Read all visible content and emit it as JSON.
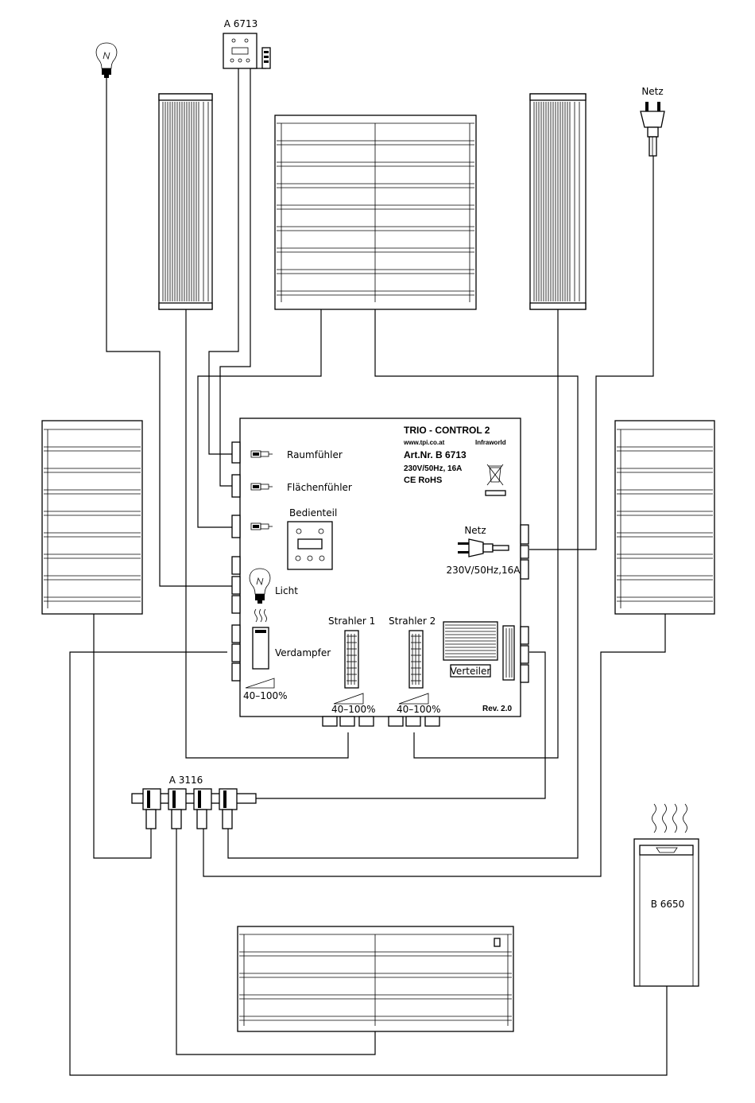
{
  "labels": {
    "remote_module": "A 6713",
    "mains": "Netz",
    "controller_title": "TRIO - CONTROL 2",
    "controller_url": "www.tpi.co.at",
    "controller_brand": "Infraworld",
    "controller_artnr": "Art.Nr. B 6713",
    "controller_rating": "230V/50Hz, 16A",
    "controller_ce": "CE  RoHS",
    "room_sensor": "Raumfühler",
    "surface_sensor": "Flächenfühler",
    "control_panel": "Bedienteil",
    "light": "Licht",
    "mains_inner": "Netz",
    "mains_rating": "230V/50Hz,16A",
    "vaporizer": "Verdampfer",
    "vaporizer_range": "40–100%",
    "heater1": "Strahler  1",
    "heater1_range": "40–100%",
    "heater2": "Strahler  2",
    "heater2_range": "40–100%",
    "distributor": "Verteiler",
    "revision": "Rev. 2.0",
    "splitter": "A 3116",
    "evaporator_unit": "B 6650"
  }
}
